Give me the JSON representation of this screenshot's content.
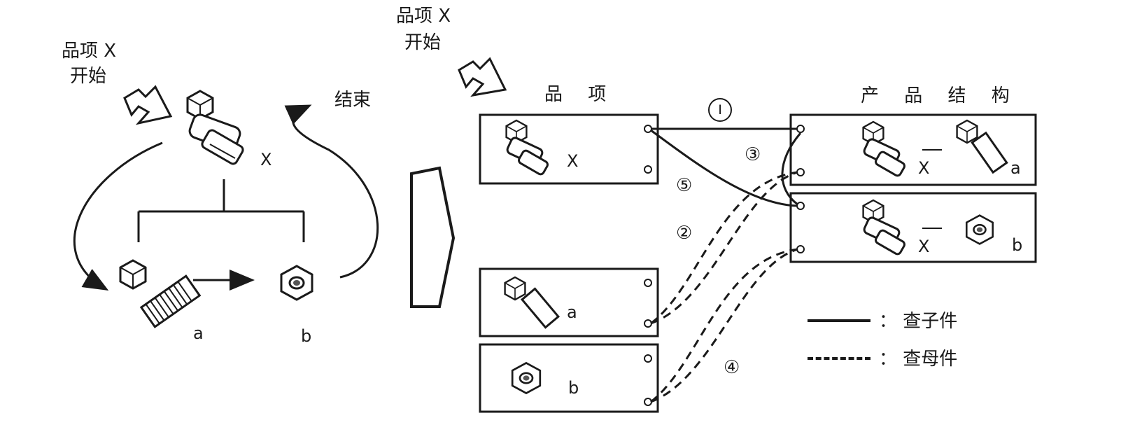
{
  "left": {
    "start_line1": "品项 X",
    "start_line2": "开始",
    "end_label": "结束",
    "x_label": "X",
    "a_label": "a",
    "b_label": "b"
  },
  "right": {
    "start_line1": "品项 X",
    "start_line2": "开始",
    "items_header": "品 项",
    "structure_header": "产 品 结 构",
    "items": [
      {
        "letter": "X"
      },
      {
        "letter": "a"
      },
      {
        "letter": "b"
      }
    ],
    "structures": [
      {
        "parent": "X",
        "child": "a"
      },
      {
        "parent": "X",
        "child": "b"
      }
    ],
    "step_labels": [
      "Ⅰ",
      "②",
      "③",
      "④",
      "⑤"
    ]
  },
  "legend": {
    "solid_label": "： 查子件",
    "dashed_label": "： 查母件"
  }
}
